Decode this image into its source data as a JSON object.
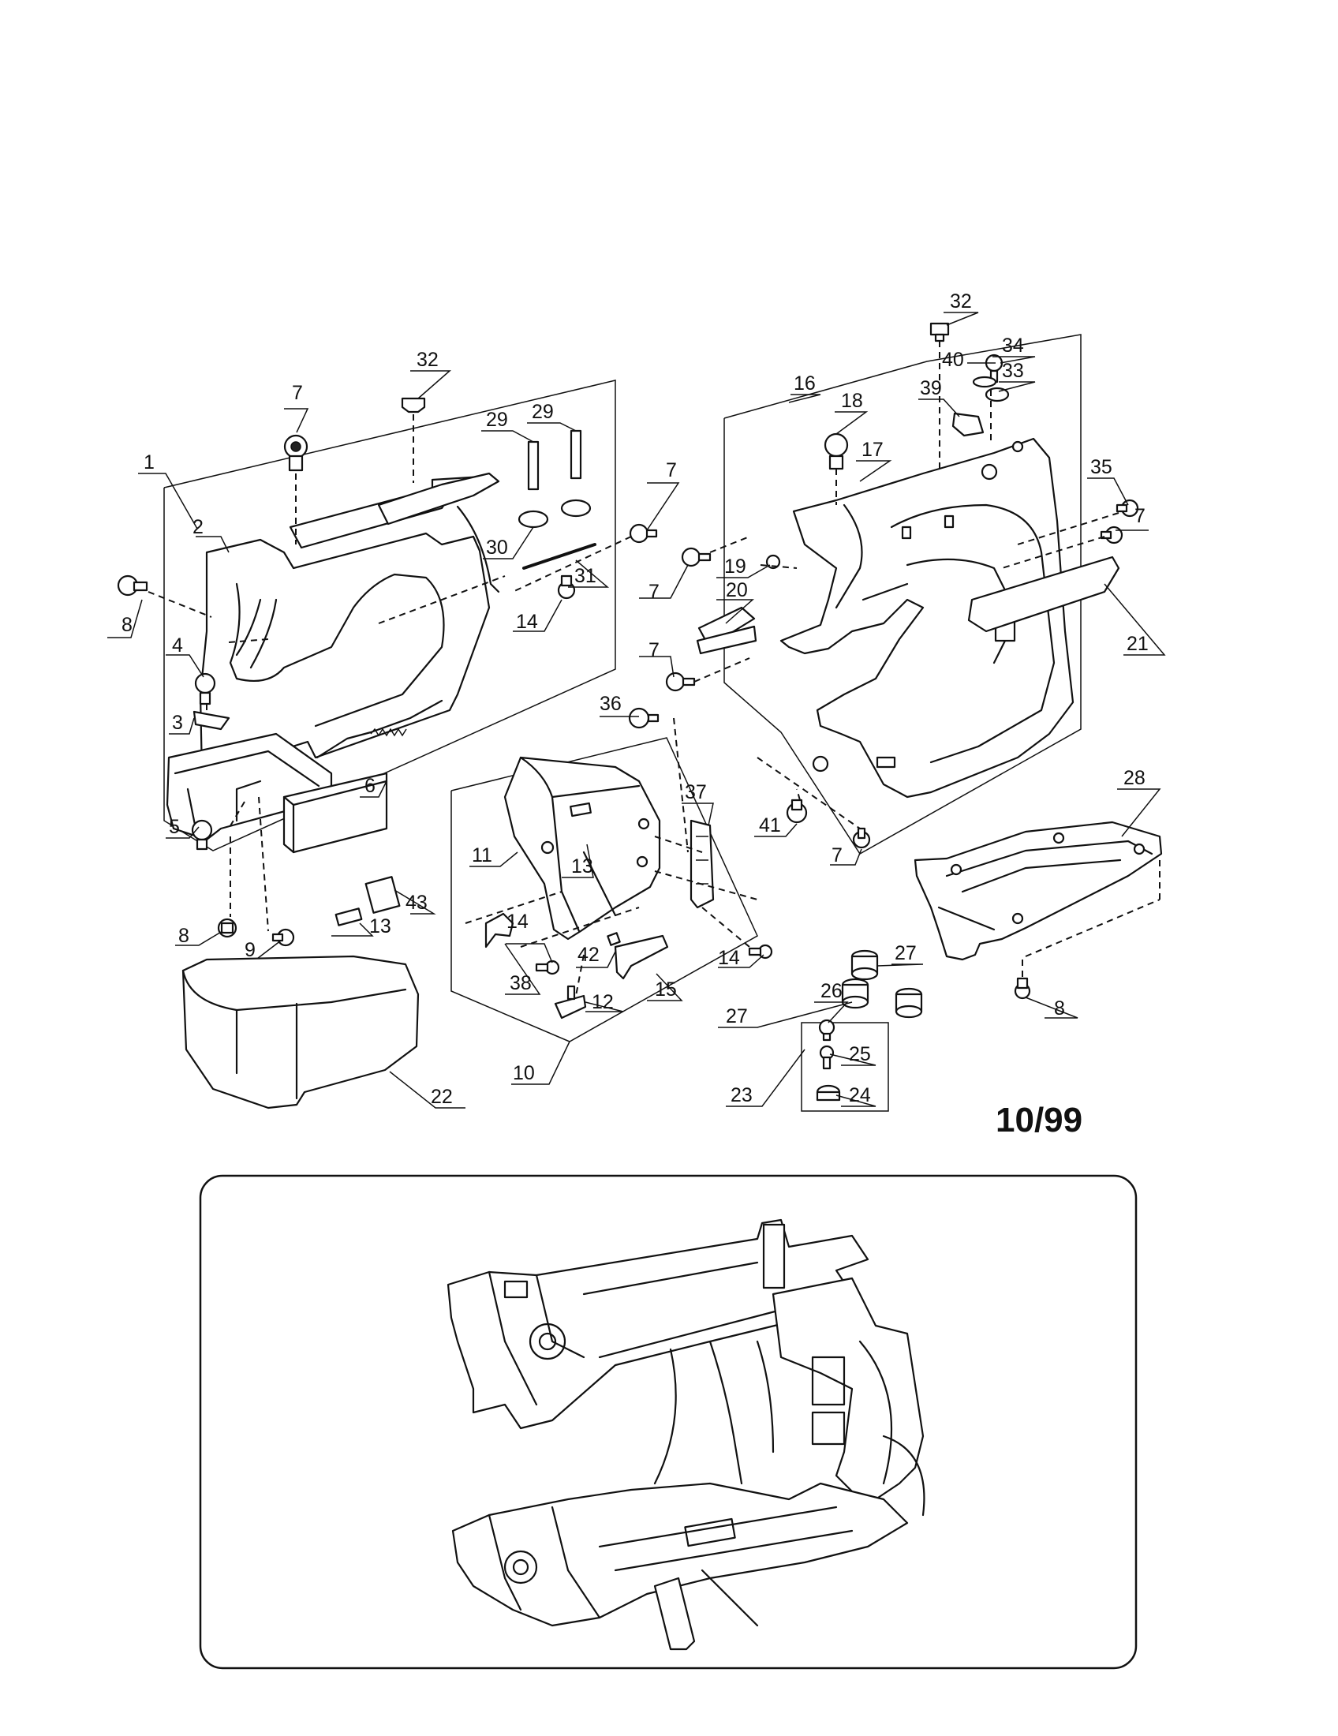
{
  "date_code": "10/99",
  "callouts": [
    {
      "id": "c1",
      "text": "1"
    },
    {
      "id": "c2",
      "text": "2"
    },
    {
      "id": "c3",
      "text": "3"
    },
    {
      "id": "c4",
      "text": "4"
    },
    {
      "id": "c5",
      "text": "5"
    },
    {
      "id": "c6",
      "text": "6"
    },
    {
      "id": "c7a",
      "text": "7"
    },
    {
      "id": "c7b",
      "text": "7"
    },
    {
      "id": "c7c",
      "text": "7"
    },
    {
      "id": "c7d",
      "text": "7"
    },
    {
      "id": "c7e",
      "text": "7"
    },
    {
      "id": "c7f",
      "text": "7"
    },
    {
      "id": "c8a",
      "text": "8"
    },
    {
      "id": "c8b",
      "text": "8"
    },
    {
      "id": "c8c",
      "text": "8"
    },
    {
      "id": "c9",
      "text": "9"
    },
    {
      "id": "c10",
      "text": "10"
    },
    {
      "id": "c11",
      "text": "11"
    },
    {
      "id": "c12",
      "text": "12"
    },
    {
      "id": "c13a",
      "text": "13"
    },
    {
      "id": "c13b",
      "text": "13"
    },
    {
      "id": "c14a",
      "text": "14"
    },
    {
      "id": "c14b",
      "text": "14"
    },
    {
      "id": "c14c",
      "text": "14"
    },
    {
      "id": "c15",
      "text": "15"
    },
    {
      "id": "c16",
      "text": "16"
    },
    {
      "id": "c17",
      "text": "17"
    },
    {
      "id": "c18",
      "text": "18"
    },
    {
      "id": "c19",
      "text": "19"
    },
    {
      "id": "c20",
      "text": "20"
    },
    {
      "id": "c21",
      "text": "21"
    },
    {
      "id": "c22",
      "text": "22"
    },
    {
      "id": "c23",
      "text": "23"
    },
    {
      "id": "c24",
      "text": "24"
    },
    {
      "id": "c25",
      "text": "25"
    },
    {
      "id": "c26",
      "text": "26"
    },
    {
      "id": "c27a",
      "text": "27"
    },
    {
      "id": "c27b",
      "text": "27"
    },
    {
      "id": "c28",
      "text": "28"
    },
    {
      "id": "c29a",
      "text": "29"
    },
    {
      "id": "c29b",
      "text": "29"
    },
    {
      "id": "c30",
      "text": "30"
    },
    {
      "id": "c31",
      "text": "31"
    },
    {
      "id": "c32a",
      "text": "32"
    },
    {
      "id": "c32b",
      "text": "32"
    },
    {
      "id": "c33",
      "text": "33"
    },
    {
      "id": "c34",
      "text": "34"
    },
    {
      "id": "c35",
      "text": "35"
    },
    {
      "id": "c36",
      "text": "36"
    },
    {
      "id": "c37",
      "text": "37"
    },
    {
      "id": "c38",
      "text": "38"
    },
    {
      "id": "c39",
      "text": "39"
    },
    {
      "id": "c40",
      "text": "40"
    },
    {
      "id": "c41",
      "text": "41"
    },
    {
      "id": "c42",
      "text": "42"
    },
    {
      "id": "c43",
      "text": "43"
    }
  ]
}
